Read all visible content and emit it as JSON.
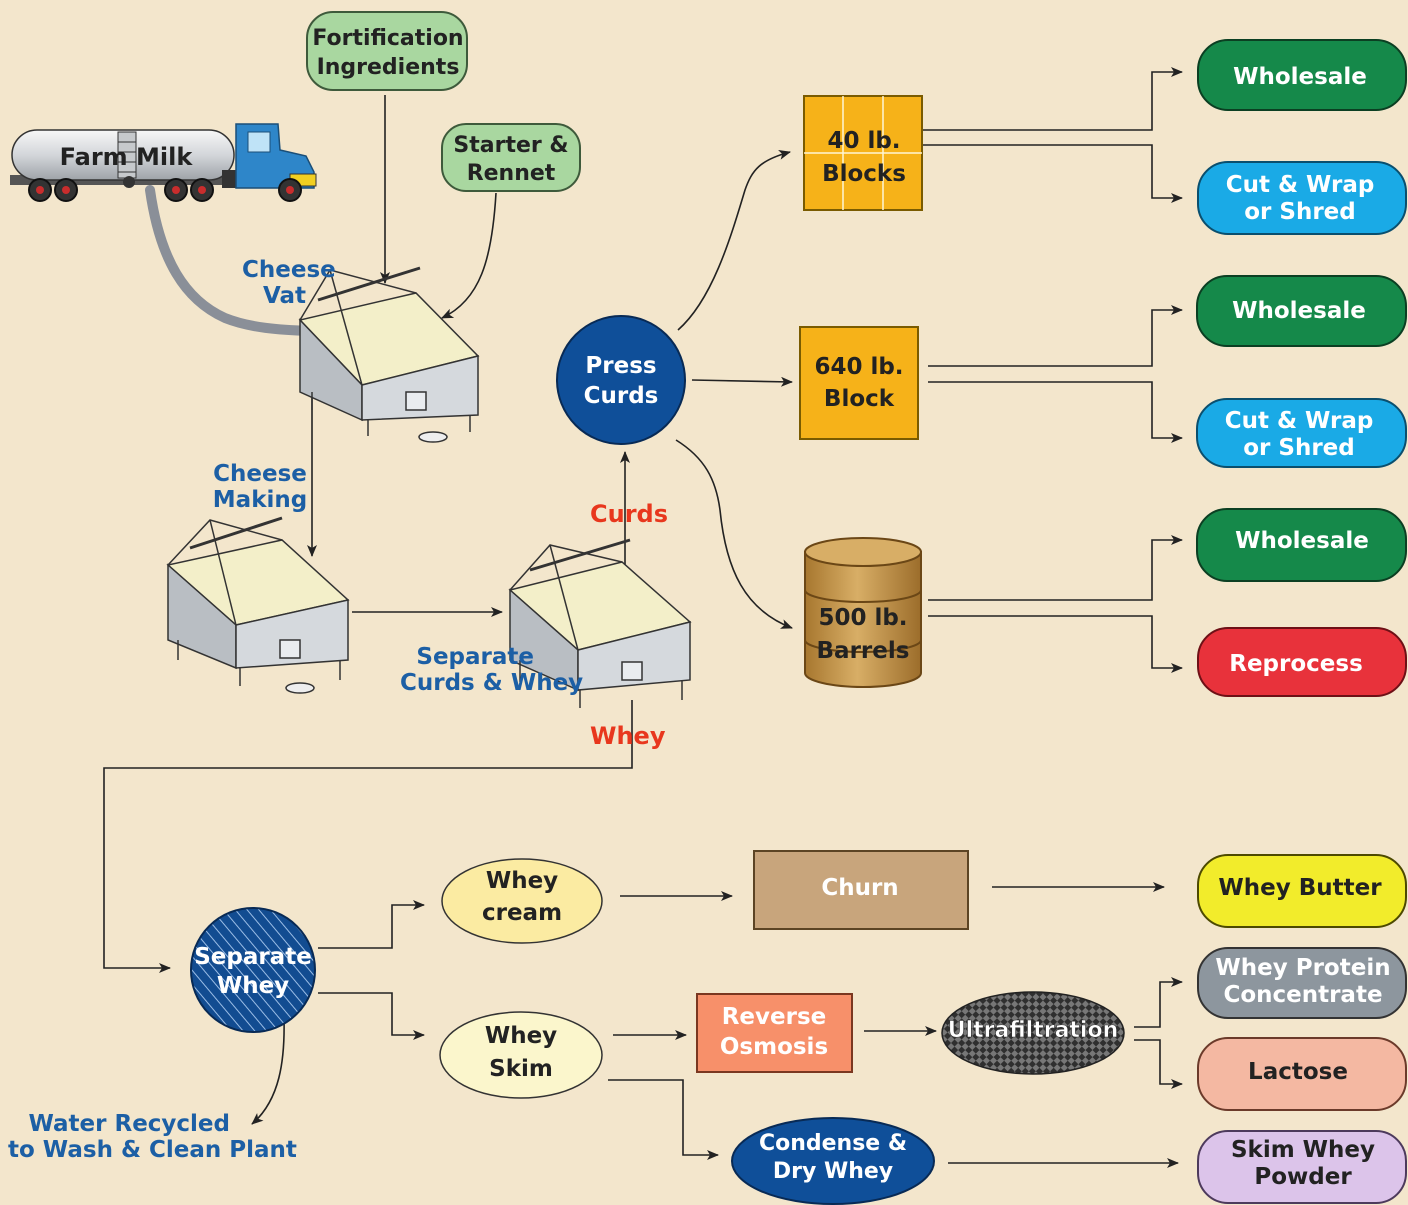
{
  "inputs": {
    "truck": "Farm Milk",
    "fortification": [
      "Fortification",
      "Ingredients"
    ],
    "starter": [
      "Starter &",
      "Rennet"
    ]
  },
  "steps": {
    "cheese_vat": [
      "Cheese",
      "Vat"
    ],
    "cheese_making": [
      "Cheese",
      "Making"
    ],
    "separate_curds": [
      "Separate",
      "Curds & Whey"
    ],
    "curds": "Curds",
    "whey": "Whey",
    "press_curds": [
      "Press",
      "Curds"
    ],
    "separate_whey": [
      "Separate",
      "Whey"
    ],
    "water_recycled": [
      "Water Recycled",
      "to Wash & Clean Plant"
    ]
  },
  "cheese_forms": {
    "blocks40": [
      "40 lb.",
      "Blocks"
    ],
    "block640": [
      "640 lb.",
      "Block"
    ],
    "barrels500": [
      "500 lb.",
      "Barrels"
    ]
  },
  "whey_processing": {
    "whey_cream": [
      "Whey",
      "cream"
    ],
    "whey_skim": [
      "Whey",
      "Skim"
    ],
    "churn": "Churn",
    "reverse_osmosis": [
      "Reverse",
      "Osmosis"
    ],
    "ultrafiltration": "Ultrafiltration",
    "condense_dry": [
      "Condense &",
      "Dry Whey"
    ]
  },
  "products": {
    "wholesale_1": "Wholesale",
    "cutwrap_1": [
      "Cut & Wrap",
      "or Shred"
    ],
    "wholesale_2": "Wholesale",
    "cutwrap_2": [
      "Cut & Wrap",
      "or Shred"
    ],
    "wholesale_3": "Wholesale",
    "reprocess": "Reprocess",
    "whey_butter": "Whey Butter",
    "wpc": [
      "Whey Protein",
      "Concentrate"
    ],
    "lactose": "Lactose",
    "skim_whey_powder": [
      "Skim Whey",
      "Powder"
    ]
  },
  "colors": {
    "background": "#f3e6cc",
    "wholesale": "#15894a",
    "cut_wrap": "#1aaae6",
    "reprocess": "#e8323b",
    "whey_butter": "#f2ec2b",
    "wpc": "#8d969e",
    "lactose": "#f4b8a2",
    "skim_powder": "#dcc4ea",
    "press_blue": "#0f4f99",
    "green_input": "#a9d7a0",
    "orange_block": "#f6b219",
    "barrel": "#c89a52",
    "label_blue": "#1c5fa5",
    "label_red": "#e8371d"
  }
}
